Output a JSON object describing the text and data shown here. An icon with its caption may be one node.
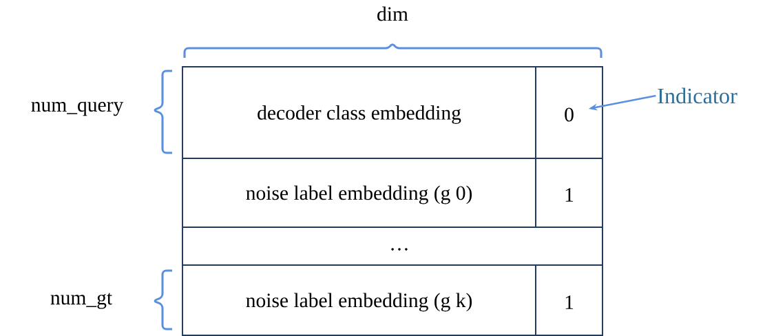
{
  "diagram": {
    "nodes": [
      {
        "text": [
          "decoder class embedding"
        ]
      },
      {
        "text": [
          "0"
        ]
      },
      {
        "text": [
          "noise label embedding (g 0)"
        ]
      },
      {
        "text": [
          "1"
        ]
      },
      {
        "text": [
          "…"
        ]
      },
      {
        "text": [
          "noise label embedding (g k)"
        ]
      },
      {
        "text": [
          "1"
        ]
      },
      {
        "text": [
          "Indicator"
        ]
      }
    ],
    "edges": [
      {
        "from": 7,
        "to": 1,
        "arrow": "to",
        "color": "#5b8fe0"
      }
    ],
    "labels": [
      "dim",
      "num_query",
      "num_gt"
    ]
  }
}
